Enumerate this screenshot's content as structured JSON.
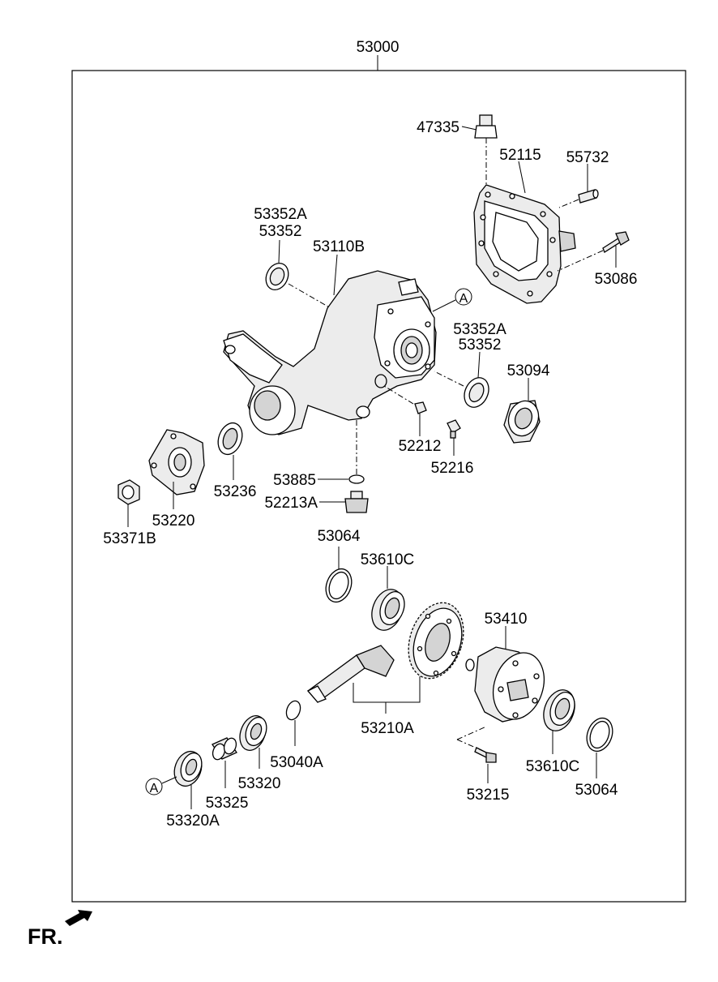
{
  "assembly_label": "53000",
  "ref_marker": "A",
  "front_label": "FR.",
  "parts": {
    "p47335": "47335",
    "p52115": "52115",
    "p55732": "55732",
    "p53086": "53086",
    "p53352A_top": "53352A",
    "p53352_top": "53352",
    "p53110B": "53110B",
    "p53352A_right": "53352A",
    "p53352_right": "53352",
    "p53094": "53094",
    "p52212": "52212",
    "p52216": "52216",
    "p53885": "53885",
    "p52213A": "52213A",
    "p53236": "53236",
    "p53220": "53220",
    "p53371B": "53371B",
    "p53064_top": "53064",
    "p53610C_top": "53610C",
    "p53410": "53410",
    "p53210A": "53210A",
    "p53040A": "53040A",
    "p53320": "53320",
    "p53325": "53325",
    "p53320A": "53320A",
    "p53215": "53215",
    "p53610C_bottom": "53610C",
    "p53064_bottom": "53064"
  }
}
